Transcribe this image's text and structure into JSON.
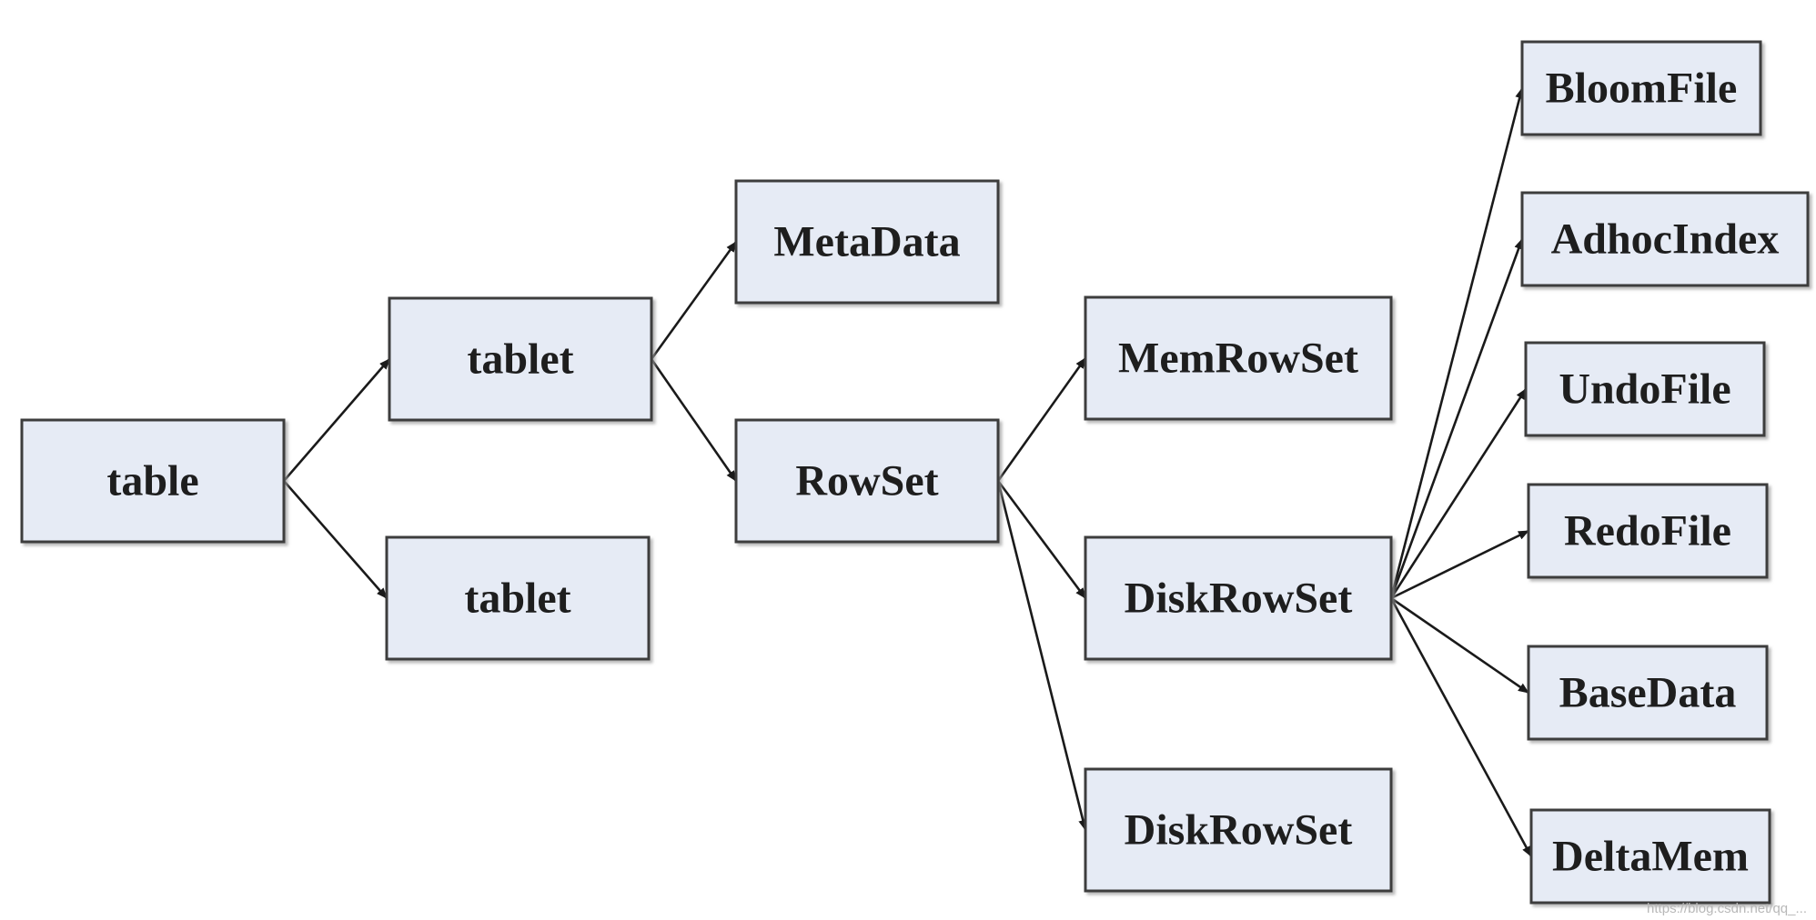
{
  "nodes": {
    "table": "table",
    "tablet_1": "tablet",
    "tablet_2": "tablet",
    "metadata": "MetaData",
    "rowset": "RowSet",
    "memrowset": "MemRowSet",
    "diskrowset_1": "DiskRowSet",
    "diskrowset_2": "DiskRowSet",
    "bloomfile": "BloomFile",
    "adhocindex": "AdhocIndex",
    "undofile": "UndoFile",
    "redofile": "RedoFile",
    "basedata": "BaseData",
    "deltamem": "DeltaMem"
  },
  "edges": [
    [
      "table",
      "tablet_1"
    ],
    [
      "table",
      "tablet_2"
    ],
    [
      "tablet_1",
      "metadata"
    ],
    [
      "tablet_1",
      "rowset"
    ],
    [
      "rowset",
      "memrowset"
    ],
    [
      "rowset",
      "diskrowset_1"
    ],
    [
      "rowset",
      "diskrowset_2"
    ],
    [
      "diskrowset_1",
      "bloomfile"
    ],
    [
      "diskrowset_1",
      "adhocindex"
    ],
    [
      "diskrowset_1",
      "undofile"
    ],
    [
      "diskrowset_1",
      "redofile"
    ],
    [
      "diskrowset_1",
      "basedata"
    ],
    [
      "diskrowset_1",
      "deltamem"
    ]
  ],
  "colors": {
    "node_fill": "#e6ebf5",
    "node_stroke": "#3c3c3c",
    "edge": "#1a1a1a"
  },
  "watermark": "https://blog.csdn.net/qq_..."
}
